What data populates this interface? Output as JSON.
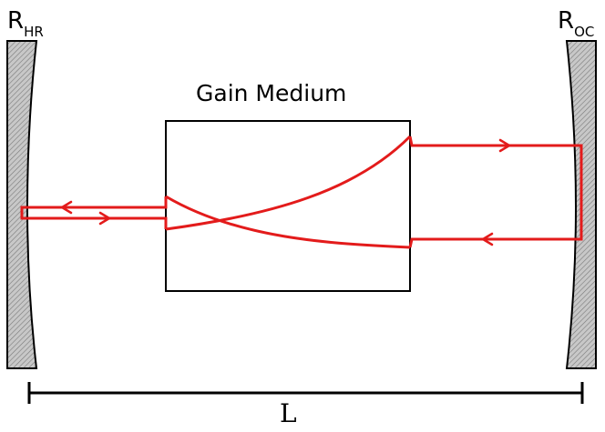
{
  "labels": {
    "mirror_hr_main": "R",
    "mirror_hr_sub": "HR",
    "mirror_oc_main": "R",
    "mirror_oc_sub": "OC",
    "gain_medium": "Gain Medium",
    "length": "L"
  },
  "colors": {
    "beam": "#e31b1b",
    "mirror_fill": "#b4b4b4",
    "outline": "#000000"
  }
}
